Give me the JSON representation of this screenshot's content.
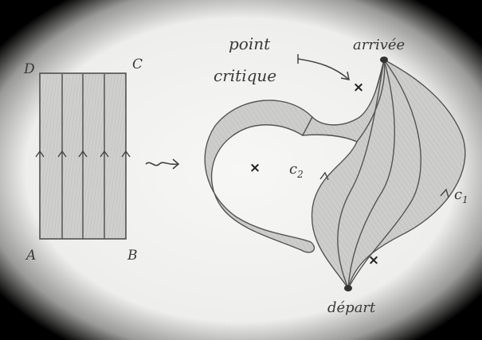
{
  "corners": {
    "a": "A",
    "b": "B",
    "c": "C",
    "d": "D"
  },
  "labels": {
    "critical_point": [
      "point",
      "critique"
    ],
    "arrival": "arrivée",
    "departure": "départ",
    "curve_1": "c",
    "curve_1_sub": "1",
    "curve_2": "c",
    "curve_2_sub": "2"
  },
  "markers": {
    "cross": "×"
  },
  "colors": {
    "paper": "#f4f4f2",
    "shading": "#c9c9c7",
    "pencil": "#4a4a4a"
  }
}
